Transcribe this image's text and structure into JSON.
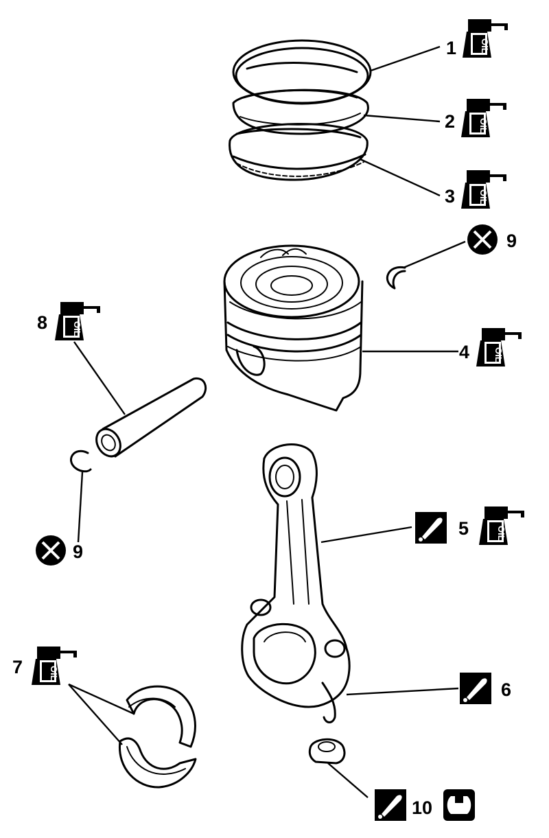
{
  "callouts": [
    {
      "id": "c1",
      "label": "1",
      "icons": [
        "oil-can-icon"
      ]
    },
    {
      "id": "c2",
      "label": "2",
      "icons": [
        "oil-can-icon"
      ]
    },
    {
      "id": "c3",
      "label": "3",
      "icons": [
        "oil-can-icon"
      ]
    },
    {
      "id": "c4",
      "label": "4",
      "icons": [
        "oil-can-icon"
      ]
    },
    {
      "id": "c5",
      "label": "5",
      "icons": [
        "marking-icon",
        "oil-can-icon"
      ]
    },
    {
      "id": "c6",
      "label": "6",
      "icons": [
        "marking-icon"
      ]
    },
    {
      "id": "c7",
      "label": "7",
      "icons": [
        "oil-can-icon"
      ]
    },
    {
      "id": "c8",
      "label": "8",
      "icons": [
        "oil-can-icon"
      ]
    },
    {
      "id": "c9a",
      "label": "9",
      "icons": [
        "replace-icon"
      ]
    },
    {
      "id": "c9b",
      "label": "9",
      "icons": [
        "replace-icon"
      ]
    },
    {
      "id": "c10",
      "label": "10",
      "icons": [
        "marking-icon",
        "torque-wrench-icon"
      ]
    }
  ],
  "icon_text": {
    "oil": "OIL"
  }
}
